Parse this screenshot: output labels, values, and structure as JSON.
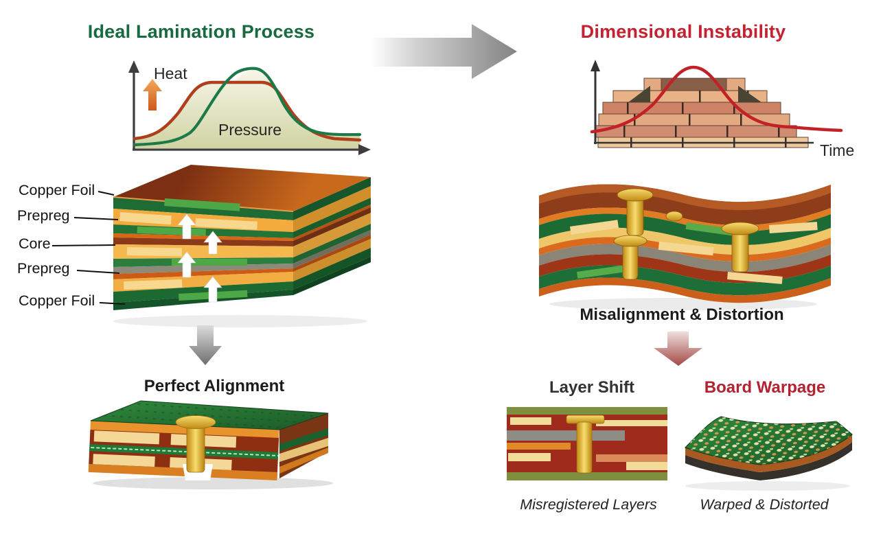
{
  "palette": {
    "left_title_green": "#176a40",
    "right_title_red": "#c42230",
    "heat_curve_red": "#ad3f1d",
    "pressure_curve_green": "#1d7a48",
    "instability_curve_red": "#c32128",
    "warpage_title_red": "#b2222f",
    "axis_gray": "#3d3d3d",
    "copper_orange": "#c9691c",
    "pcb_green": "#1e6b33",
    "gold_via": "#e8b83c"
  },
  "headers": {
    "left": "Ideal Lamination Process",
    "right": "Dimensional Instability"
  },
  "left_chart": {
    "heat": "Heat",
    "pressure": "Pressure"
  },
  "right_chart": {
    "time": "Time"
  },
  "stack_labels": [
    "Copper Foil",
    "Prepreg",
    "Core",
    "Prepreg",
    "Copper Foil"
  ],
  "results": {
    "left": "Perfect Alignment",
    "right": "Misalignment & Distortion"
  },
  "outcomes": {
    "layer_shift": {
      "title": "Layer Shift",
      "caption": "Misregistered Layers"
    },
    "board_warpage": {
      "title": "Board Warpage",
      "caption": "Warped & Distorted"
    }
  }
}
